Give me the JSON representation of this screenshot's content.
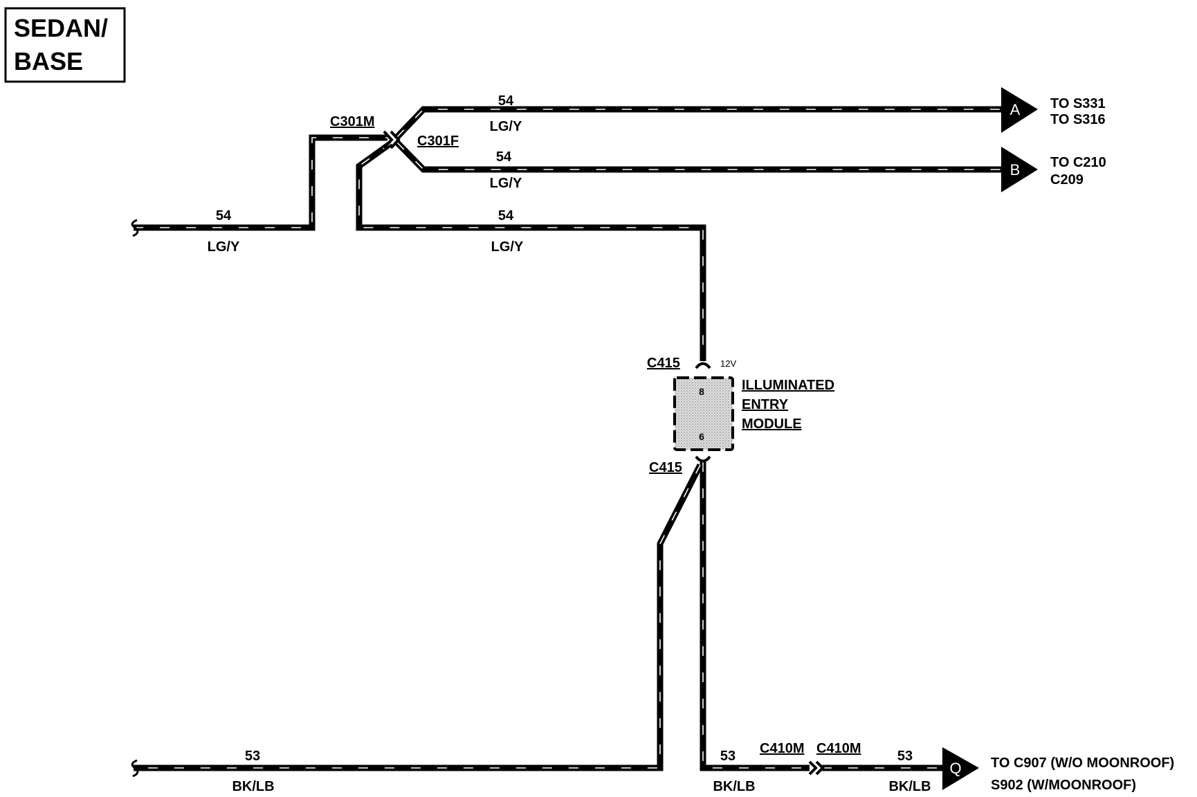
{
  "title": {
    "line1": "SEDAN/",
    "line2": "BASE"
  },
  "wires": {
    "left_top": {
      "circuit": "54",
      "color": "LG/Y"
    },
    "mid_top": {
      "circuit": "54",
      "color": "LG/Y"
    },
    "out_a": {
      "circuit": "54",
      "color": "LG/Y"
    },
    "out_b": {
      "circuit": "54",
      "color": "LG/Y"
    },
    "left_bottom": {
      "circuit": "53",
      "color": "BK/LB"
    },
    "bottom_mid": {
      "circuit": "53",
      "color": "BK/LB"
    },
    "bottom_out": {
      "circuit": "53",
      "color": "BK/LB"
    }
  },
  "connectors": {
    "c301m": "C301M",
    "c301f": "C301F",
    "c415_top": "C415",
    "c415_bottom": "C415",
    "c410m_left": "C410M",
    "c410m_right": "C410M"
  },
  "module": {
    "line1": "ILLUMINATED",
    "line2": "ENTRY",
    "line3": "MODULE",
    "pin_top": "8",
    "pin_bottom": "6",
    "voltage": "12V"
  },
  "destinations": {
    "a": {
      "letter": "A",
      "line1": "TO S331",
      "line2": "TO S316"
    },
    "b": {
      "letter": "B",
      "line1": "TO C210",
      "line2": "C209"
    },
    "q": {
      "letter": "Q",
      "line1": "TO C907 (W/O MOONROOF)",
      "line2": "S902 (W/MOONROOF)"
    }
  },
  "colors": {
    "wire": "#000000",
    "stripe": "#ffffff",
    "module_fill": "#bdbdbd"
  }
}
